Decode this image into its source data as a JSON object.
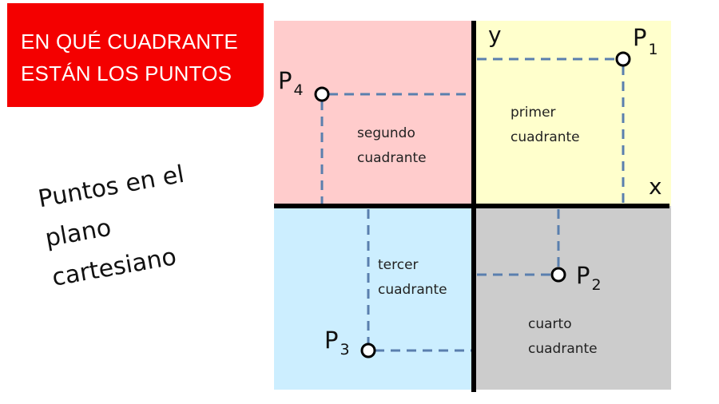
{
  "title": {
    "line1": "EN QUÉ CUADRANTE",
    "line2": "ESTÁN LOS PUNTOS",
    "background": "#f40000",
    "text_color": "#ffffff"
  },
  "subtitle": {
    "line1": "Puntos en el",
    "line2": "plano",
    "line3": "cartesiano"
  },
  "diagram": {
    "axes": {
      "x_label": "x",
      "y_label": "y",
      "color": "#000000"
    },
    "quadrants": [
      {
        "id": "primer",
        "line1": "primer",
        "line2": "cuadrante",
        "color": "#ffffcc"
      },
      {
        "id": "segundo",
        "line1": "segundo",
        "line2": "cuadrante",
        "color": "#ffcccc"
      },
      {
        "id": "tercer",
        "line1": "tercer",
        "line2": "cuadrante",
        "color": "#cceeff"
      },
      {
        "id": "cuarto",
        "line1": "cuarto",
        "line2": "cuadrante",
        "color": "#cccccc"
      }
    ],
    "points": [
      {
        "name": "P",
        "sub": "1",
        "quadrant": "primer"
      },
      {
        "name": "P",
        "sub": "2",
        "quadrant": "cuarto"
      },
      {
        "name": "P",
        "sub": "3",
        "quadrant": "tercer"
      },
      {
        "name": "P",
        "sub": "4",
        "quadrant": "segundo"
      }
    ],
    "guide_line_color": "#5a7fae"
  }
}
